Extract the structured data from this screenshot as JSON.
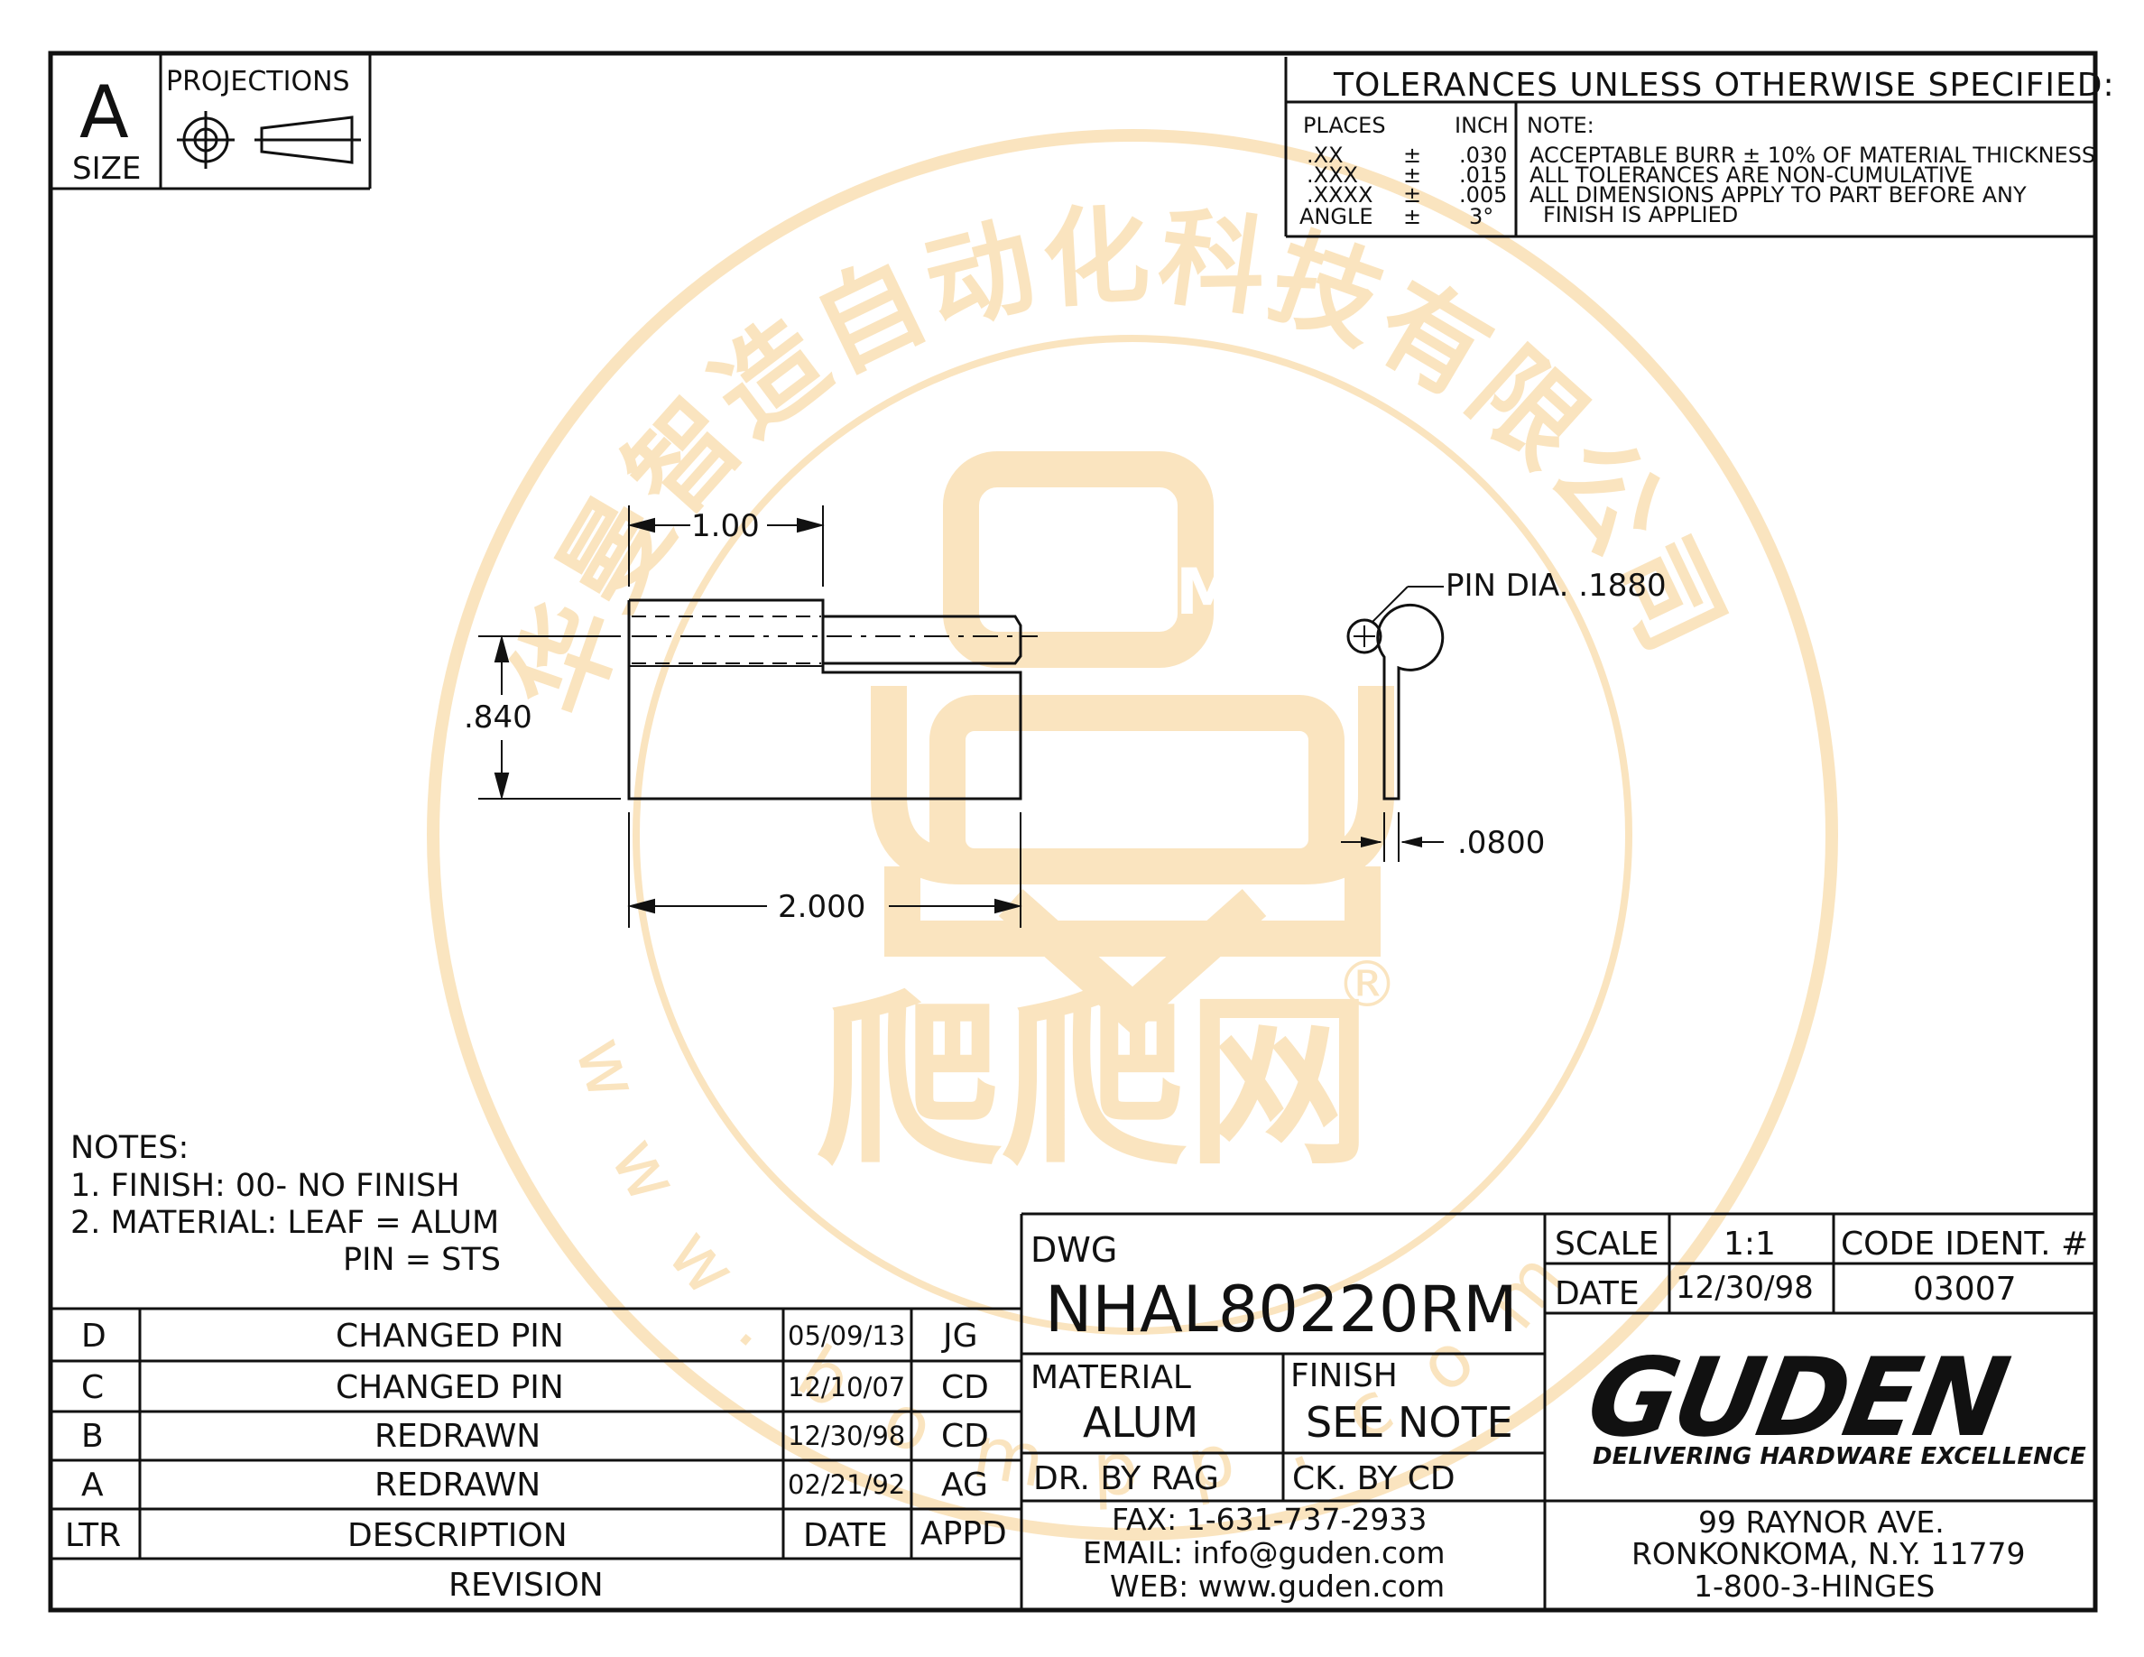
{
  "size_block": {
    "letter": "A",
    "label": "SIZE"
  },
  "projections": {
    "label": "PROJECTIONS"
  },
  "tolerances": {
    "title": "TOLERANCES UNLESS OTHERWISE SPECIFIED:",
    "places_header": "PLACES",
    "inch_header": "INCH",
    "note_header": "NOTE:",
    "rows": [
      {
        "place": ".XX",
        "pm": "±",
        "value": ".030"
      },
      {
        "place": ".XXX",
        "pm": "±",
        "value": ".015"
      },
      {
        "place": ".XXXX",
        "pm": "±",
        "value": ".005"
      },
      {
        "place": "ANGLE",
        "pm": "±",
        "value": "3°"
      }
    ],
    "notes": [
      "ACCEPTABLE BURR ± 10% OF MATERIAL THICKNESS",
      "ALL TOLERANCES ARE NON-CUMULATIVE",
      "ALL DIMENSIONS APPLY TO PART BEFORE ANY",
      "FINISH IS APPLIED"
    ]
  },
  "dimensions": {
    "top_width": "1.00",
    "height": ".840",
    "bottom_width": "2.000",
    "pin_dia": "PIN DIA. .1880",
    "thickness": ".0800"
  },
  "notes": {
    "title": "NOTES:",
    "lines": [
      "1. FINISH: 00- NO FINISH",
      "2. MATERIAL: LEAF = ALUM",
      "PIN = STS"
    ]
  },
  "revision": {
    "rows": [
      {
        "ltr": "D",
        "desc": "CHANGED PIN",
        "date": "05/09/13",
        "appd": "JG"
      },
      {
        "ltr": "C",
        "desc": "CHANGED PIN",
        "date": "12/10/07",
        "appd": "CD"
      },
      {
        "ltr": "B",
        "desc": "REDRAWN",
        "date": "12/30/98",
        "appd": "CD"
      },
      {
        "ltr": "A",
        "desc": "REDRAWN",
        "date": "02/21/92",
        "appd": "AG"
      }
    ],
    "header": {
      "ltr": "LTR",
      "desc": "DESCRIPTION",
      "date": "DATE",
      "appd": "APPD"
    },
    "title": "REVISION"
  },
  "title_block": {
    "dwg_label": "DWG",
    "dwg_number": "NHAL80220RM",
    "scale_label": "SCALE",
    "scale_value": "1:1",
    "code_label": "CODE IDENT. #",
    "code_value": "03007",
    "date_label": "DATE",
    "date_value": "12/30/98",
    "material_label": "MATERIAL",
    "material_value": "ALUM",
    "finish_label": "FINISH",
    "finish_value": "SEE NOTE",
    "drawn_by": "DR. BY RAG",
    "checked_by": "CK. BY CD",
    "fax": "FAX: 1-631-737-2933",
    "email": "EMAIL: info@guden.com",
    "web": "WEB: www.guden.com",
    "address1": "99 RAYNOR AVE.",
    "address2": "RONKONKOMA, N.Y. 11779",
    "phone": "1-800-3-HINGES",
    "logo_text": "GUDEN",
    "logo_tagline": "DELIVERING HARDWARE EXCELLENCE"
  },
  "watermark": {
    "arc_text": "华曼智造自动化科技有限公司",
    "center_text": "BOM",
    "bottom_text": "爬爬网",
    "url_text": "www.bompp.com",
    "registered": "®",
    "color": "#f6cf8c"
  },
  "colors": {
    "ink": "#111111",
    "paper": "#ffffff"
  }
}
